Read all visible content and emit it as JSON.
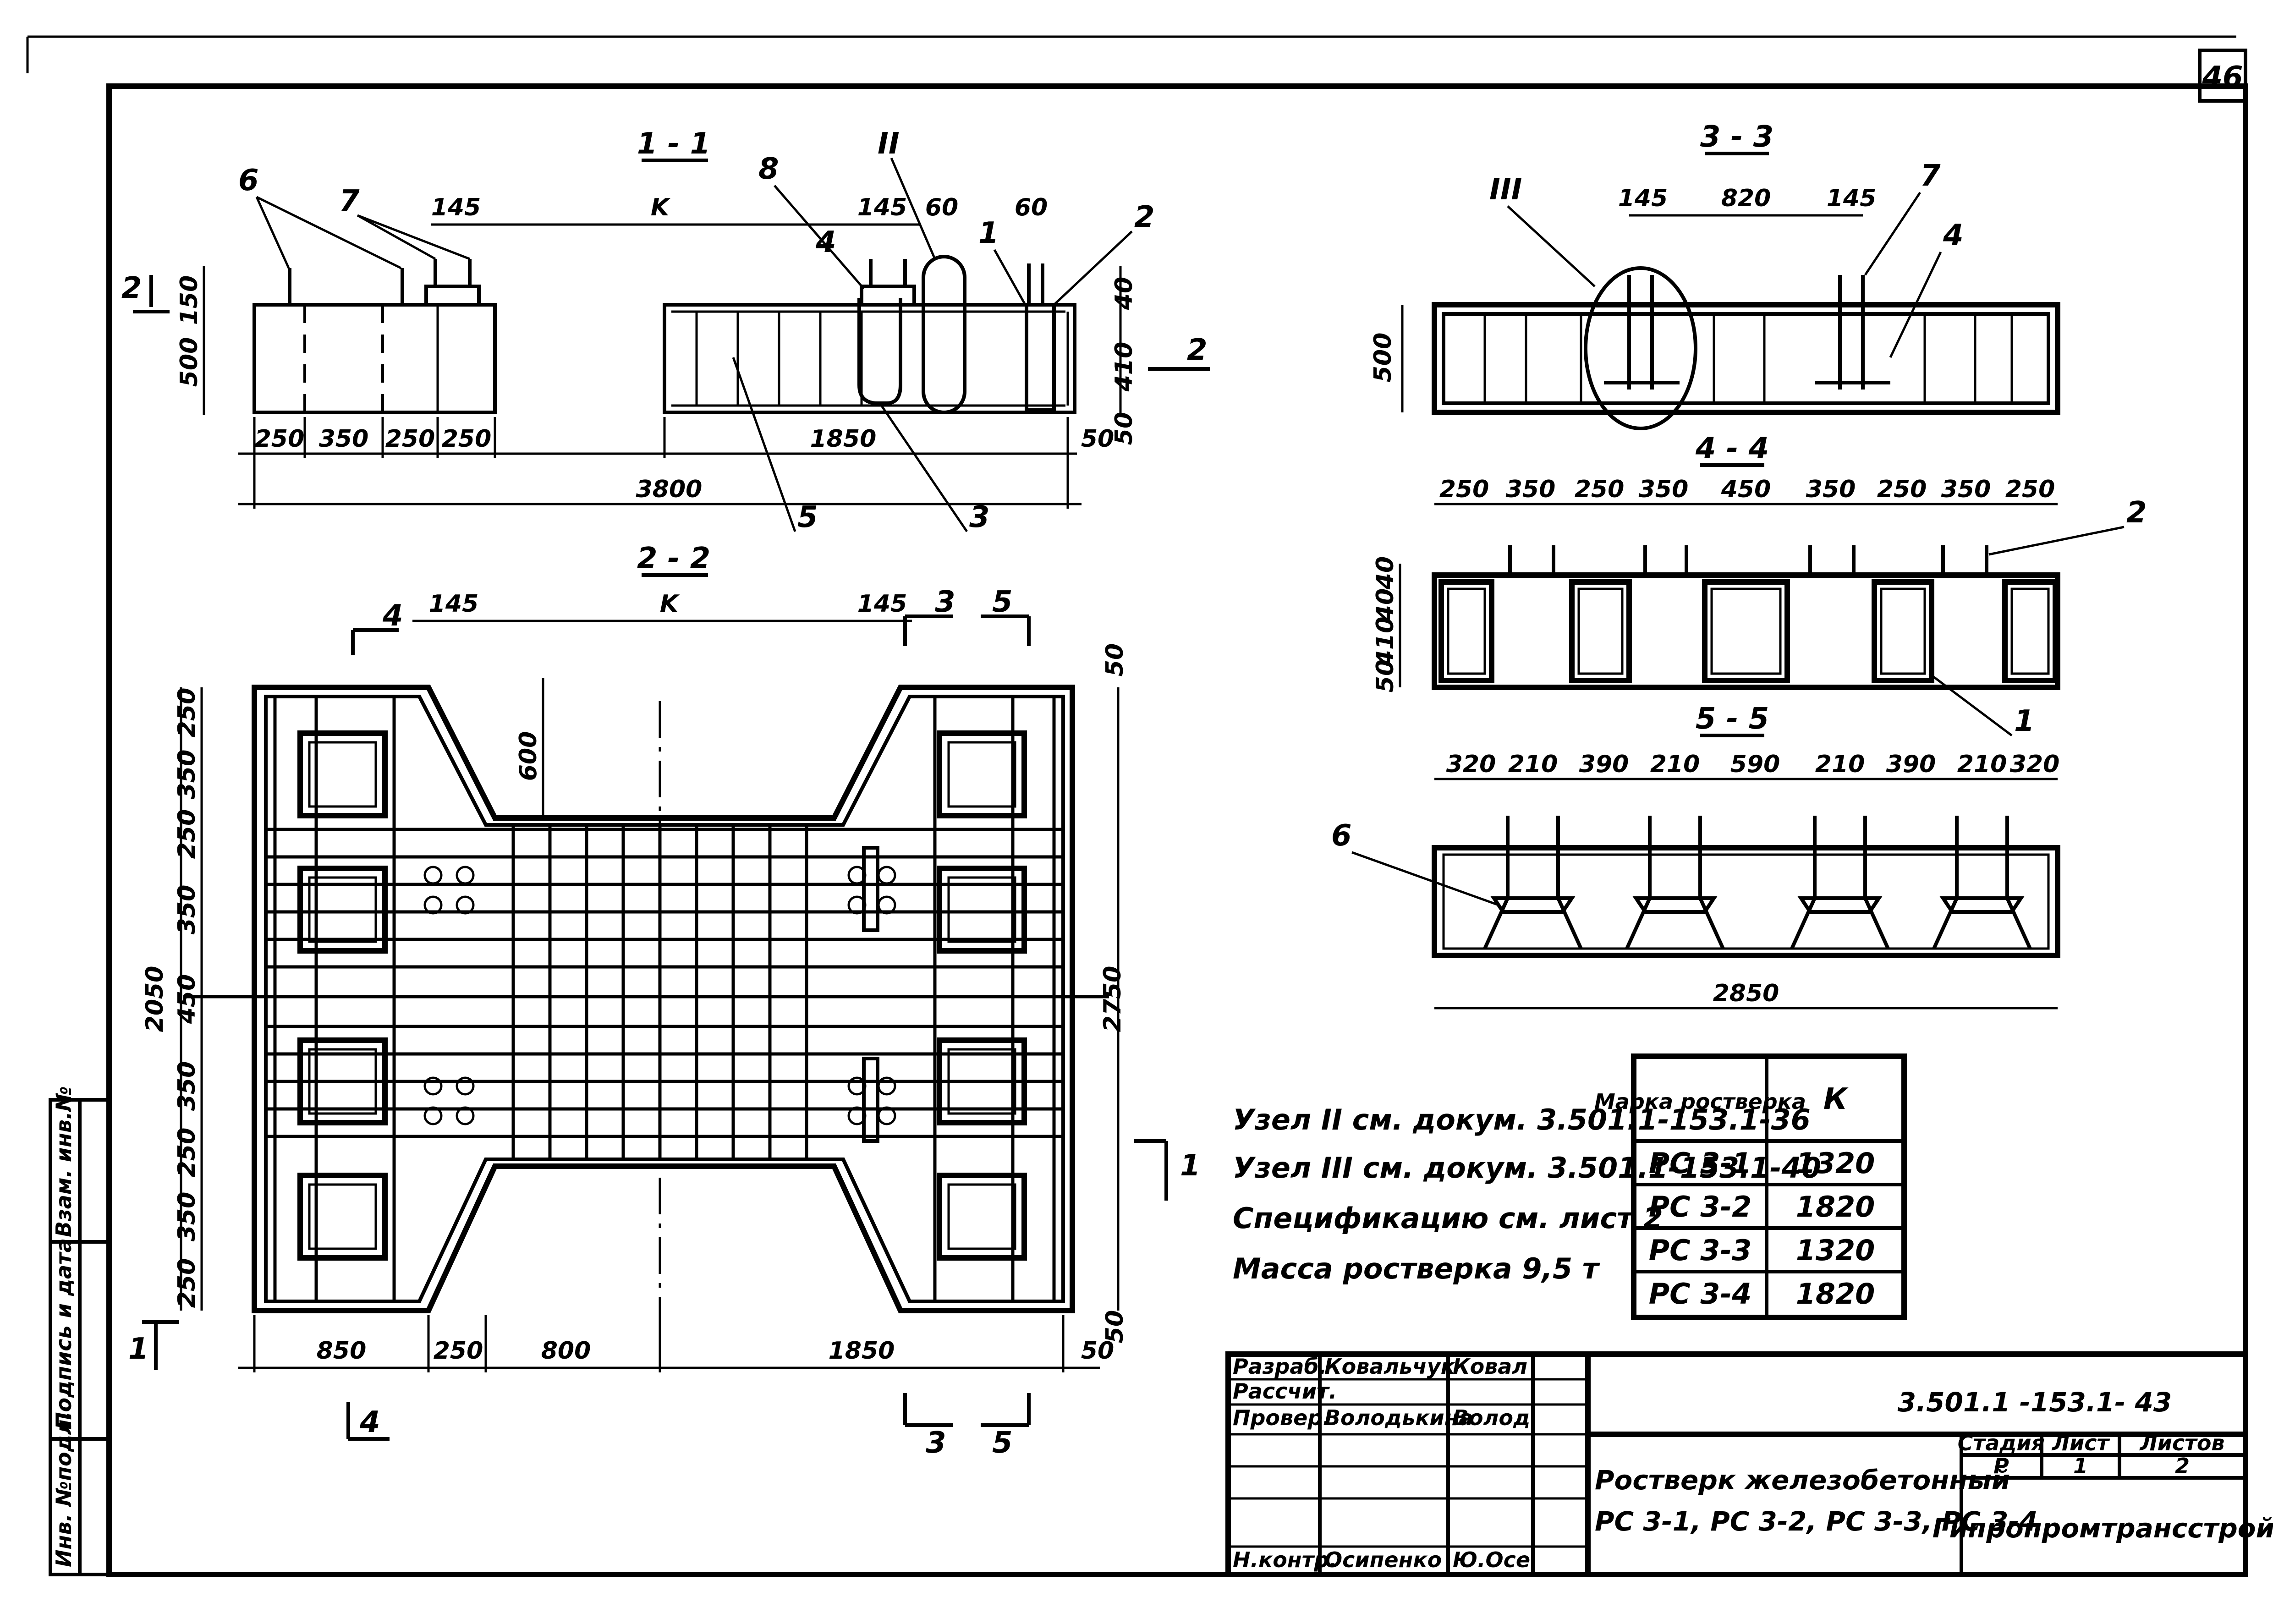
{
  "sheet": {
    "page_number": "46",
    "side_labels": [
      "Инв. №подл.",
      "Подпись и дата",
      "Взам. инв.№"
    ]
  },
  "sections": {
    "s11": {
      "title": "1 - 1",
      "dims_bottom": [
        "250",
        "350",
        "250",
        "250",
        "1850",
        "50"
      ],
      "dim_total": "3800",
      "dims_left": [
        "150",
        "500"
      ],
      "dims_right": [
        "40",
        "410",
        "50"
      ],
      "dims_top": [
        "145",
        "145",
        "60",
        "60",
        "K"
      ],
      "callouts": [
        "6",
        "7",
        "8",
        "4",
        "II",
        "1",
        "2",
        "5",
        "3"
      ],
      "cut_marks": [
        "2",
        "2"
      ]
    },
    "s22": {
      "title": "2 - 2",
      "dims_left": [
        "250",
        "350",
        "250",
        "350",
        "450",
        "350",
        "250",
        "350",
        "250"
      ],
      "dim_total_left": "2050",
      "dim_total_right": "2750",
      "dims_top": [
        "145",
        "K",
        "145"
      ],
      "dim_600": "600",
      "dims_bottom": [
        "850",
        "250",
        "800",
        "1850",
        "50"
      ],
      "dims_right_small": [
        "50",
        "50"
      ],
      "cut_marks": [
        "4",
        "3",
        "5",
        "4",
        "3",
        "5",
        "1",
        "1"
      ]
    },
    "s33": {
      "title": "3 - 3",
      "dims_top": [
        "145",
        "820",
        "145"
      ],
      "dim_left": "500",
      "callouts": [
        "III",
        "7",
        "4"
      ]
    },
    "s44": {
      "title": "4 - 4",
      "dims_top": [
        "250",
        "350",
        "250",
        "350",
        "450",
        "350",
        "250",
        "350",
        "250"
      ],
      "dims_left": [
        "40",
        "40",
        "410",
        "50"
      ],
      "callouts": [
        "2",
        "1"
      ]
    },
    "s55": {
      "title": "5 - 5",
      "dims_top": [
        "320",
        "210",
        "390",
        "210",
        "590",
        "210",
        "390",
        "210",
        "320"
      ],
      "dim_total": "2850",
      "callouts": [
        "6"
      ]
    }
  },
  "notes": [
    "Узел II см. докум. 3.501.1-153.1-36",
    "Узел III см. докум. 3.501.1-153.1-40",
    "Спецификацию см. лист 2",
    "Масса ростверка 9,5 т"
  ],
  "mark_table": {
    "headers": [
      "Марка ростверка",
      "К"
    ],
    "rows": [
      [
        "РС 3-1",
        "1320"
      ],
      [
        "РС 3-2",
        "1820"
      ],
      [
        "РС 3-3",
        "1320"
      ],
      [
        "РС 3-4",
        "1820"
      ]
    ]
  },
  "title_block": {
    "roles": [
      {
        "role": "Разраб.",
        "name": "Ковальчук",
        "sign": "Ковал"
      },
      {
        "role": "Рассчит.",
        "name": "",
        "sign": ""
      },
      {
        "role": "Провер.",
        "name": "Володькина",
        "sign": "Волод"
      },
      {
        "role": "",
        "name": "",
        "sign": ""
      },
      {
        "role": "",
        "name": "",
        "sign": ""
      },
      {
        "role": "",
        "name": "",
        "sign": ""
      },
      {
        "role": "Н.контр.",
        "name": "Осипенко",
        "sign": "Ю.Осе"
      }
    ],
    "doc_code": "3.501.1 -153.1- 43",
    "title_line1": "Ростверк железобетонный",
    "title_line2": "РС 3-1, РС 3-2, РС 3-3, РС 3-4",
    "stage_header": "Стадия",
    "sheet_header": "Лист",
    "sheets_header": "Листов",
    "stage": "Р",
    "sheet": "1",
    "sheets": "2",
    "org": "Гипропромтрансстрой"
  }
}
